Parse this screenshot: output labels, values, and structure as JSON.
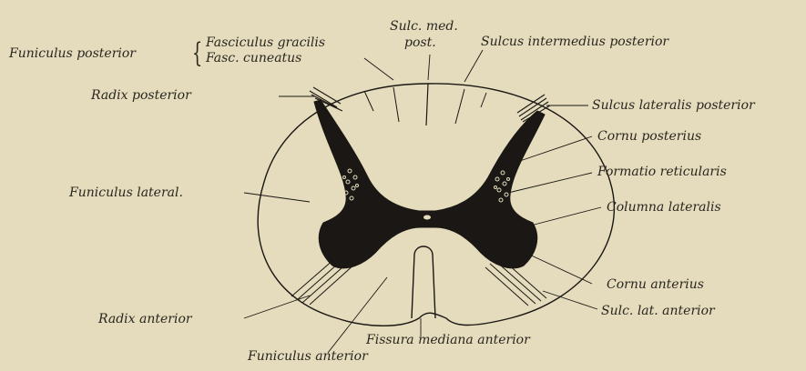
{
  "figure": {
    "labels": {
      "funiculus_posterior": "Funiculus posterior",
      "fasciculus_gracilis": "Fasciculus gracilis",
      "fasc_cuneatus": "Fasc. cuneatus",
      "sulc_med_line1": "Sulc. med.",
      "sulc_med_line2": "post.",
      "sulcus_intermedius_posterior": "Sulcus intermedius posterior",
      "radix_posterior": "Radix posterior",
      "sulcus_lateralis_posterior": "Sulcus lateralis posterior",
      "cornu_posterius": "Cornu posterius",
      "funiculus_lateral": "Funiculus lateral.",
      "formatio_reticularis": "Formatio reticularis",
      "columna_lateralis": "Columna lateralis",
      "cornu_anterius": "Cornu anterius",
      "radix_anterior": "Radix anterior",
      "sulc_lat_anterior": "Sulc. lat. anterior",
      "fissura_mediana_anterior": "Fissura mediana anterior",
      "funiculus_anterior": "Funiculus anterior"
    },
    "colors": {
      "background": "#e4dcbc",
      "ink": "#1a1714"
    }
  }
}
